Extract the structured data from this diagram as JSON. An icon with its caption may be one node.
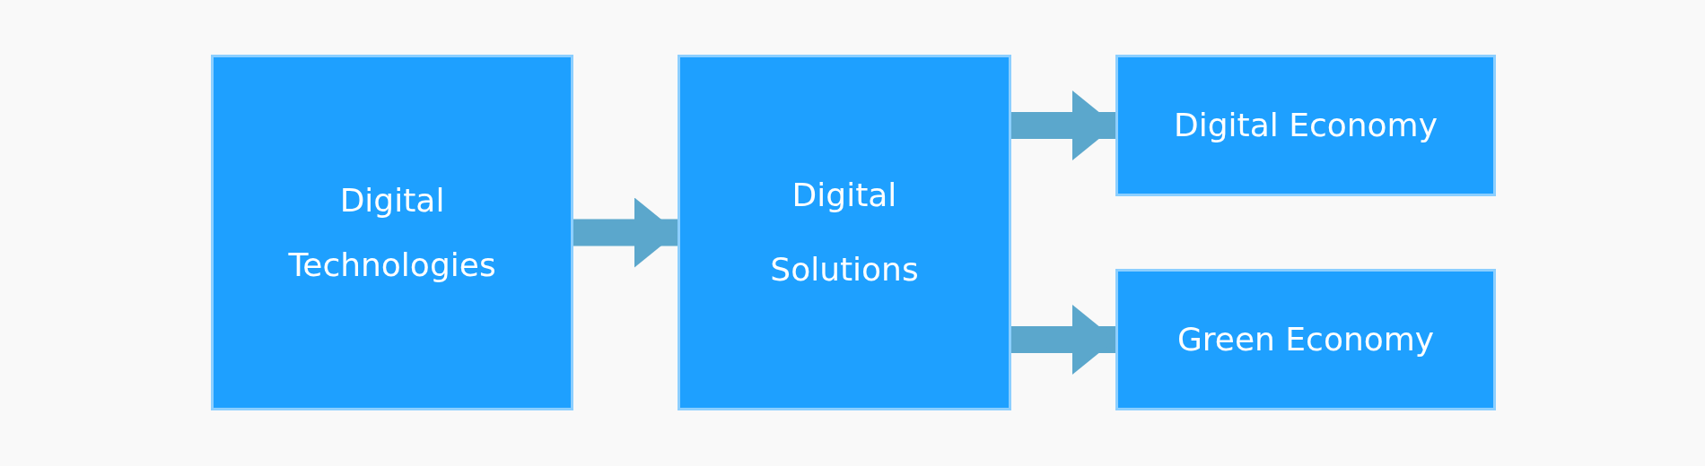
{
  "diagram": {
    "nodes": [
      {
        "text": [
          "Digital Technologies"
        ]
      },
      {
        "text": [
          "Digital Solutions"
        ]
      },
      {
        "text": [
          "Digital Economy"
        ]
      },
      {
        "text": [
          "Green Economy"
        ]
      }
    ],
    "edges": [
      {
        "from": 0,
        "to": 1,
        "arrow": "to"
      },
      {
        "from": 1,
        "to": 2,
        "arrow": "to"
      },
      {
        "from": 1,
        "to": 3,
        "arrow": "to"
      }
    ]
  }
}
